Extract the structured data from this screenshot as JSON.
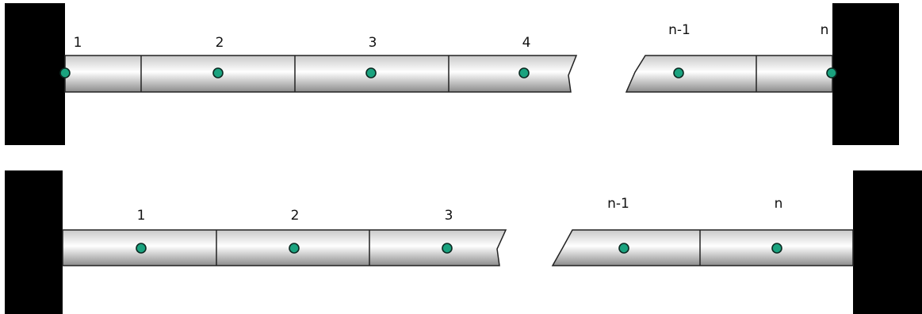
{
  "diagram": {
    "colors": {
      "wall": "#000000",
      "node": "#1aa37f",
      "bar_light": "#ffffff",
      "bar_dark": "#8c8c8c"
    },
    "beam_a": {
      "left_labels": [
        "1",
        "2",
        "3",
        "4"
      ],
      "right_labels": [
        "n-1",
        "n"
      ]
    },
    "beam_b": {
      "left_labels": [
        "1",
        "2",
        "3"
      ],
      "right_labels": [
        "n-1",
        "n"
      ]
    }
  }
}
